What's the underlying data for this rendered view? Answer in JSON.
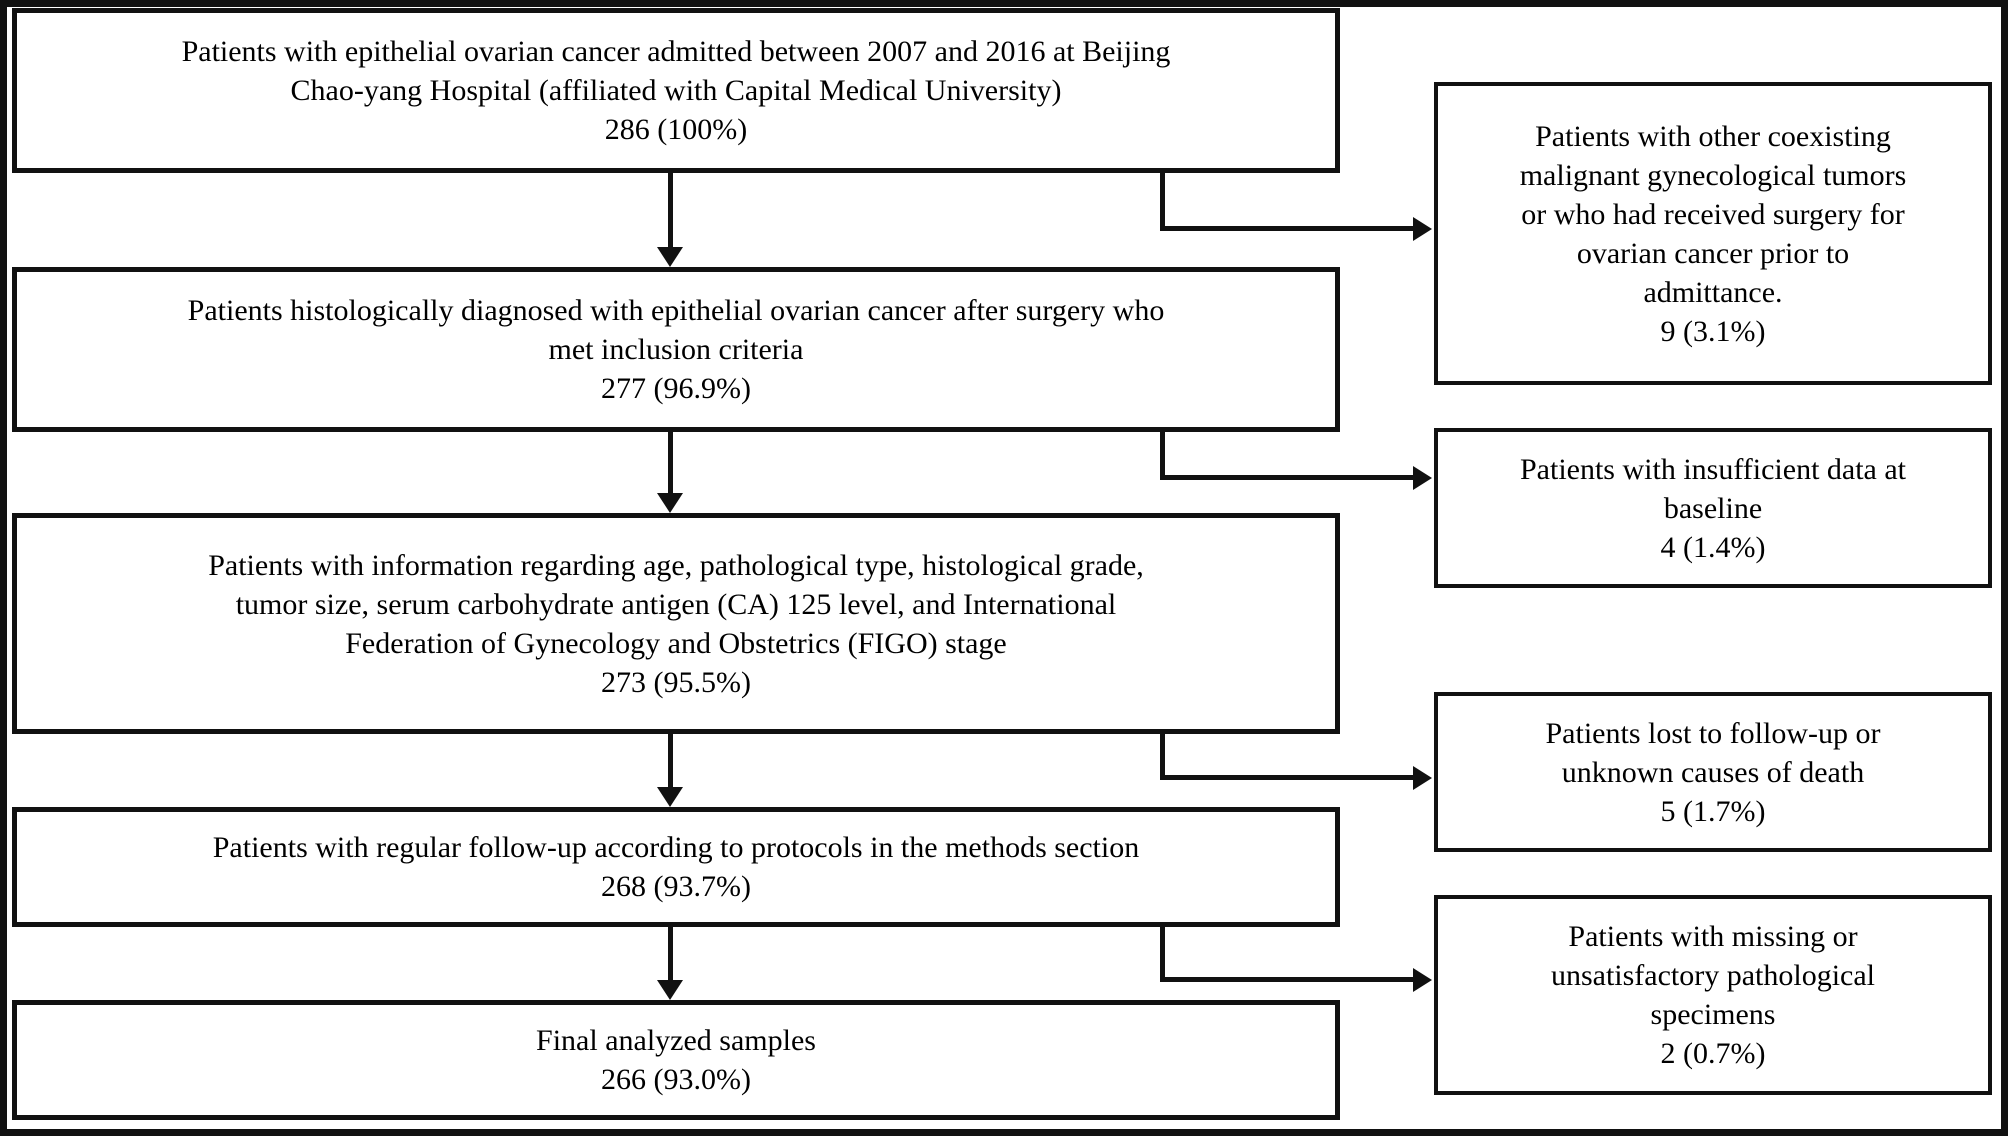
{
  "figure": {
    "type": "patient-selection-flowchart",
    "title": "Patient selection flow diagram",
    "frame_color": "#111111",
    "background": "#ffffff",
    "text_color": "#000000"
  },
  "flow": {
    "main_nodes": [
      {
        "id": "node-enrolled",
        "text": "Patients with epithelial ovarian cancer admitted between 2007 and 2016 at Beijing\nChao-yang Hospital (affiliated with Capital Medical University)",
        "count": "286 (100%)"
      },
      {
        "id": "node-histology",
        "text": "Patients histologically diagnosed with epithelial ovarian cancer after surgery who\nmet inclusion criteria",
        "count": "277 (96.9%)"
      },
      {
        "id": "node-information",
        "text": "Patients with information regarding age, pathological type, histological grade,\ntumor size, serum carbohydrate antigen (CA) 125 level, and International\nFederation of Gynecology and Obstetrics (FIGO) stage",
        "count": "273 (95.5%)"
      },
      {
        "id": "node-followup",
        "text": "Patients with regular follow-up according to protocols in the methods section",
        "count": "268 (93.7%)"
      },
      {
        "id": "node-final",
        "text": "Final analyzed samples",
        "count": "266 (93.0%)"
      }
    ],
    "exclusion_nodes": [
      {
        "id": "excl-coexisting",
        "text": "Patients with other coexisting\nmalignant gynecological tumors\nor who had received surgery for\novarian cancer prior to\nadmittance.",
        "count": "9 (3.1%)"
      },
      {
        "id": "excl-insufficient",
        "text": "Patients with insufficient data at\nbaseline",
        "count": "4 (1.4%)"
      },
      {
        "id": "excl-lost",
        "text": "Patients lost to follow-up or\nunknown causes of death",
        "count": "5 (1.7%)"
      },
      {
        "id": "excl-specimens",
        "text": "Patients with missing or\nunsatisfactory pathological\nspecimens",
        "count": "2 (0.7%)"
      }
    ]
  }
}
